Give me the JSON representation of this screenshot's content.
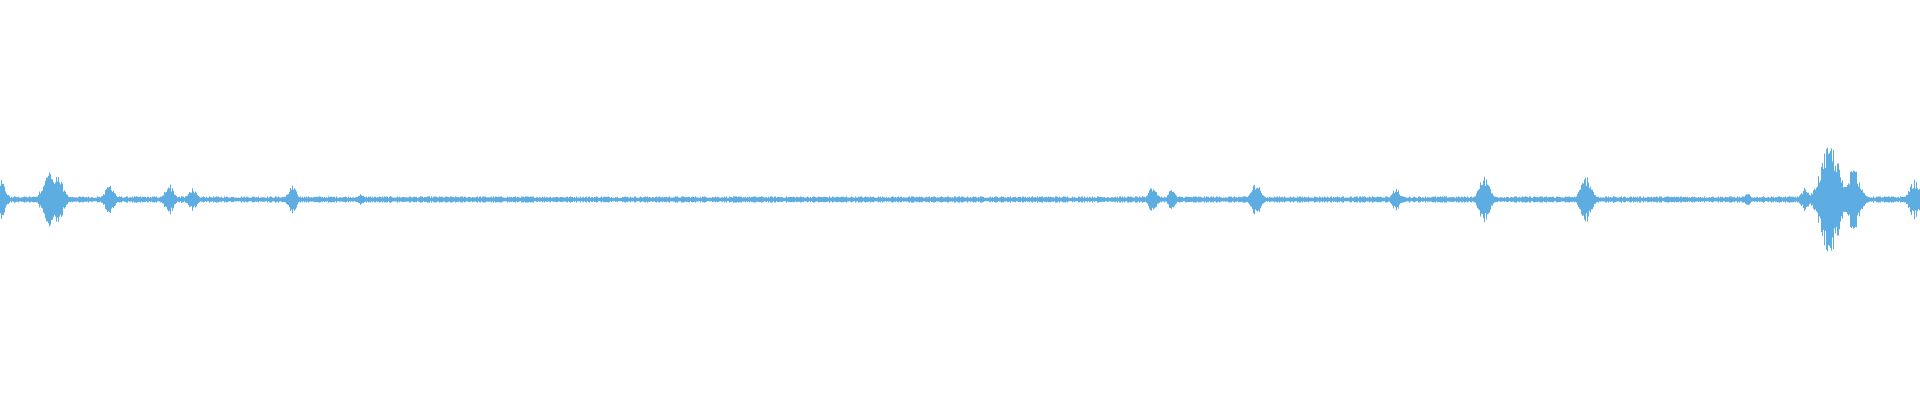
{
  "waveform": {
    "color": "#5dade2",
    "background": "#ffffff",
    "bursts": [
      {
        "position": 0.0,
        "amplitude": 0.05
      },
      {
        "position": 0.025,
        "amplitude": 0.07
      },
      {
        "position": 0.03,
        "amplitude": 0.06
      },
      {
        "position": 0.057,
        "amplitude": 0.04
      },
      {
        "position": 0.088,
        "amplitude": 0.04
      },
      {
        "position": 0.1,
        "amplitude": 0.03
      },
      {
        "position": 0.152,
        "amplitude": 0.035
      },
      {
        "position": 0.188,
        "amplitude": 0.015
      },
      {
        "position": 0.6,
        "amplitude": 0.035
      },
      {
        "position": 0.61,
        "amplitude": 0.025
      },
      {
        "position": 0.654,
        "amplitude": 0.045
      },
      {
        "position": 0.727,
        "amplitude": 0.03
      },
      {
        "position": 0.773,
        "amplitude": 0.06
      },
      {
        "position": 0.826,
        "amplitude": 0.06
      },
      {
        "position": 0.91,
        "amplitude": 0.015
      },
      {
        "position": 0.94,
        "amplitude": 0.03
      },
      {
        "position": 0.953,
        "amplitude": 0.14
      },
      {
        "position": 0.965,
        "amplitude": 0.08
      },
      {
        "position": 0.997,
        "amplitude": 0.05
      }
    ]
  }
}
